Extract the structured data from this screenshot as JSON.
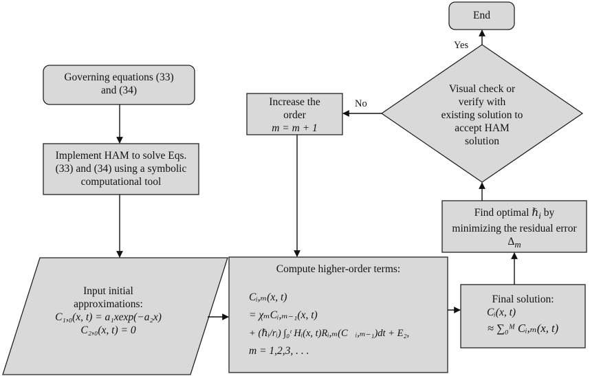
{
  "nodes": {
    "end": {
      "label": "End"
    },
    "governing": {
      "line1": "Governing equations (33)",
      "line2": "and (34)"
    },
    "implement": {
      "line1": "Implement HAM to solve Eqs.",
      "line2": "(33) and (34) using a symbolic",
      "line3": "computational tool"
    },
    "increase": {
      "line1": "Increase the",
      "line2": "order",
      "line3": "m = m + 1"
    },
    "decision": {
      "line1": "Visual check or",
      "line2": "verify with",
      "line3": "existing solution to",
      "line4": "accept HAM",
      "line5": "solution"
    },
    "optimal": {
      "line1": "Find optimal ℏ",
      "line1_sub": "i",
      "line1_tail": " by",
      "line2": "minimizing the residual error",
      "line3": "Δ",
      "line3_sub": "m"
    },
    "input": {
      "line1": "Input initial",
      "line2": "approximations:",
      "line3": "C₁,₀(x, t) = a₁xexp(−a₂x)",
      "line4": "C₂,₀(x, t) = 0"
    },
    "compute": {
      "title": "Compute higher-order terms:",
      "line1": "Cᵢ,ₘ(x, t)",
      "line2": "= χₘCᵢ,ₘ₋₁(x, t)",
      "line3": "+ (ℏᵢ/rᵢ) ∫₀ᵗ Hᵢ(x, t)Rᵢ,ₘ(C⃗ᵢ,ₘ₋₁)dt + E₂,",
      "line4": "m = 1,2,3, . . ."
    },
    "final": {
      "line1": "Final solution:",
      "line2": "Cᵢ(x, t)",
      "line3": "≈ ∑₀ᴹ Cᵢ,ₘ(x, t)"
    }
  },
  "edges": {
    "yes_label": "Yes",
    "no_label": "No"
  }
}
